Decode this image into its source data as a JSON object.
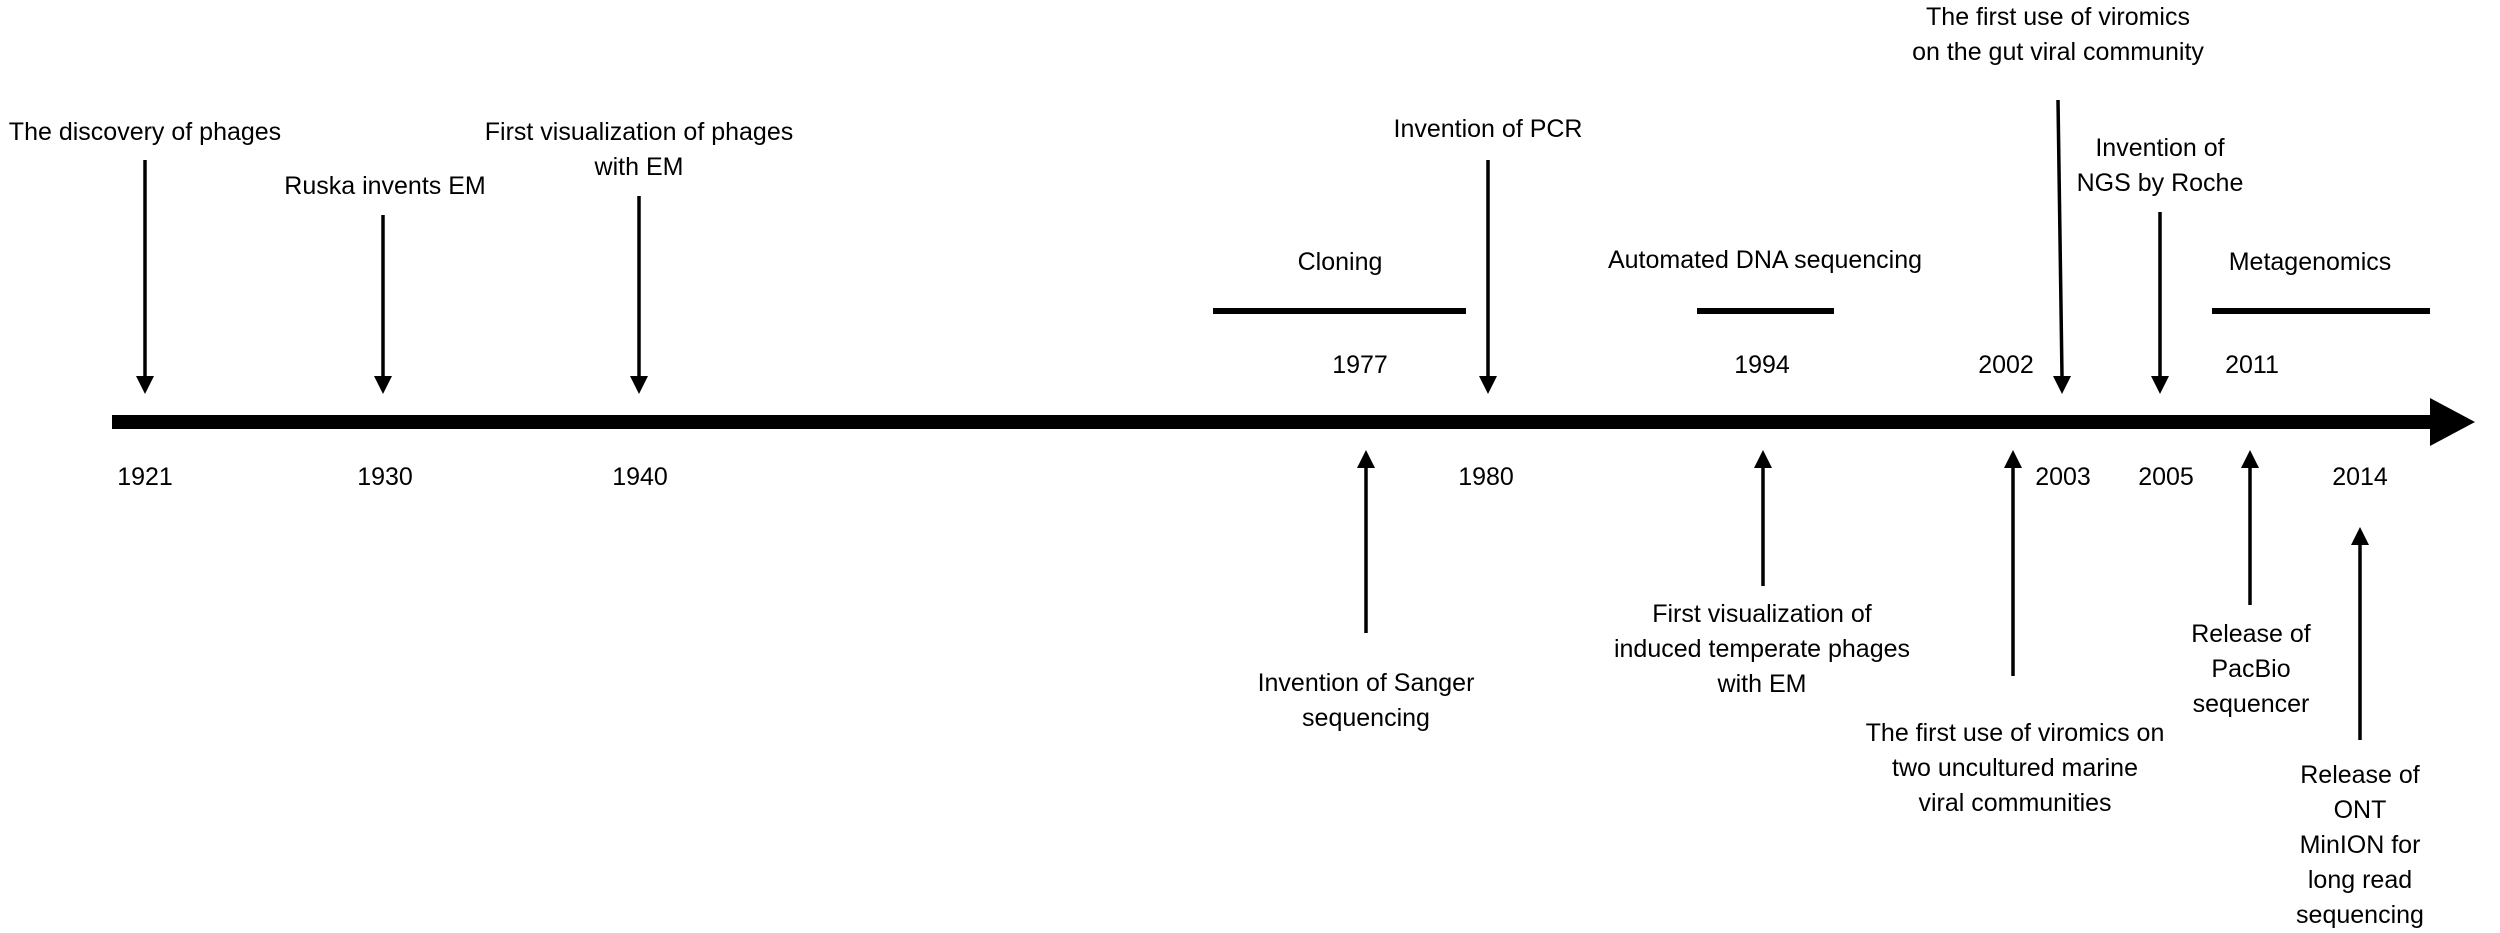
{
  "years_below": [
    "1921",
    "1930",
    "1940",
    "1980",
    "2003",
    "2005",
    "2014"
  ],
  "years_above": [
    "1977",
    "1994",
    "2002",
    "2011"
  ],
  "events": {
    "discovery_of_phages": "The discovery of phages",
    "ruska_invents_em": "Ruska invents EM",
    "first_visualization_phages_em": [
      "First visualization of phages",
      "with EM"
    ],
    "invention_of_pcr": "Invention of PCR",
    "first_viromics_gut": [
      "The first use of viromics",
      "on the gut viral community"
    ],
    "invention_ngs_roche": [
      "Invention of",
      "NGS by Roche"
    ],
    "invention_sanger": [
      "Invention of Sanger",
      "sequencing"
    ],
    "first_visualization_temperate": [
      "First visualization of",
      "induced temperate phages",
      "with EM"
    ],
    "first_viromics_marine": [
      "The first use of viromics on",
      "two uncultured marine",
      "viral communities"
    ],
    "release_pacbio": [
      "Release of",
      "PacBio",
      "sequencer"
    ],
    "release_ont_minion": [
      "Release of ONT",
      "MinION for long read",
      "sequencing"
    ]
  },
  "periods": {
    "cloning": "Cloning",
    "automated_dna_sequencing": "Automated DNA sequencing",
    "metagenomics": "Metagenomics"
  }
}
